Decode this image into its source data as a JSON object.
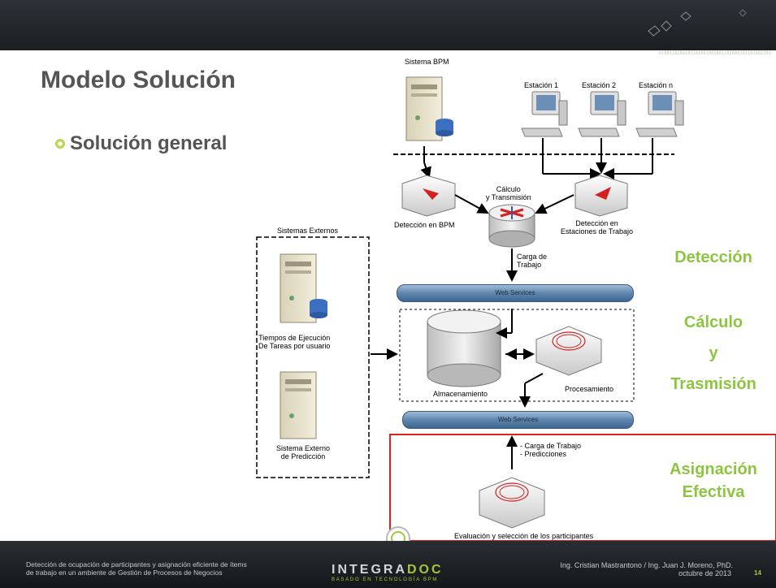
{
  "slide": {
    "title": "Modelo Solución",
    "bullet": "Solución general",
    "binary_decoration": "0100110100101101001001001101000101101001101",
    "page_number": "14"
  },
  "diagram": {
    "bpm_system": "Sistema BPM",
    "stations": [
      "Estación 1",
      "Estación 2",
      "Estación n"
    ],
    "calc_transmission": [
      "Cálculo",
      "y Transmisión"
    ],
    "detection_bpm": "Detección en BPM",
    "detection_stations": [
      "Detección en",
      "Estaciones de Trabajo"
    ],
    "external_systems": "Sistemas Externos",
    "workload": [
      "Carga de",
      "Trabajo"
    ],
    "web_services_top": "Web Services",
    "web_services_bottom": "Web Services",
    "task_times": [
      "Tiempos de Ejecución",
      "De Tareas por usuario"
    ],
    "external_prediction": [
      "Sistema Externo",
      "de Predicción"
    ],
    "storage": "Almacenamiento",
    "processing": "Procesamiento",
    "outputs": [
      "- Carga de Trabajo",
      "- Predicciones"
    ],
    "evaluation": "Evaluación y selección de los participantes"
  },
  "stages": {
    "detection": "Detección",
    "calc": [
      "Cálculo",
      "y",
      "Trasmisión"
    ],
    "assignment": [
      "Asignación",
      "Efectiva"
    ]
  },
  "footer": {
    "left": [
      "Detección de ocupación de participantes y asignación eficiente de ítems",
      "de trabajo en un ambiente de Gestión de Procesos de Negocios"
    ],
    "logo_left": "INTEGRA",
    "logo_right": "DOC",
    "logo_sub": "BASADO EN TECNOLOGÍA BPM",
    "authors": "Ing. Cristian Mastrantono / Ing. Juan J. Moreno, PhD.",
    "date": "octubre de 2013"
  },
  "colors": {
    "accent_green": "#8cc63f",
    "highlight_red": "#e02020",
    "dark_bar": "#1e2226"
  }
}
